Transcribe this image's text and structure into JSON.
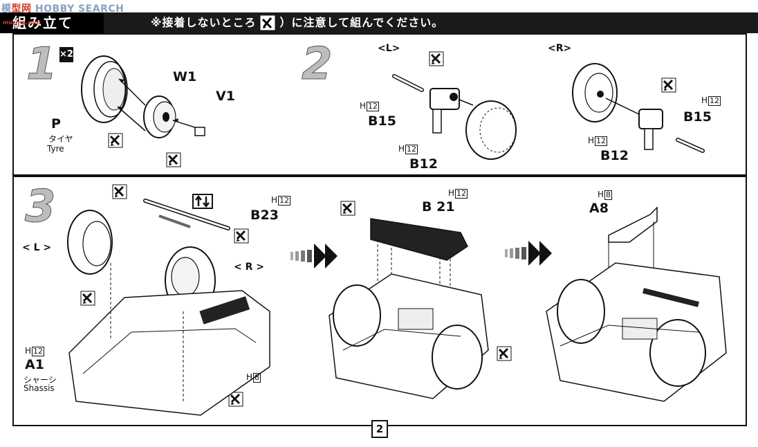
{
  "watermark": {
    "prefix": "模",
    "highlight": "型网",
    "suffix": "HOBBY SEARCH",
    "sub": "moxing.com"
  },
  "header": {
    "title": "組み立て",
    "note": "※接着しないところ（　）に注意して組んでください。"
  },
  "steps": [
    {
      "number": "1",
      "multiplier": "×2",
      "parts": [
        {
          "id": "P",
          "sub_ja": "タイヤ",
          "sub_en": "Tyre"
        },
        {
          "id": "W1"
        },
        {
          "id": "V1"
        }
      ]
    },
    {
      "number": "2",
      "left_label": "<L>",
      "right_label": "<R>",
      "parts_left": [
        {
          "id": "B15",
          "runner": "H",
          "runner_no": "12"
        },
        {
          "id": "B12",
          "runner": "H",
          "runner_no": "12"
        }
      ],
      "parts_right": [
        {
          "id": "B15",
          "runner": "H",
          "runner_no": "12"
        },
        {
          "id": "B12",
          "runner": "H",
          "runner_no": "12"
        }
      ]
    },
    {
      "number": "3",
      "left_label": "< L >",
      "right_label": "< R >",
      "parts": [
        {
          "id": "B23",
          "runner": "H",
          "runner_no": "12"
        },
        {
          "id": "A1",
          "runner": "H",
          "runner_no": "12",
          "sub_ja": "シャーシ",
          "sub_en": "Shassis"
        },
        {
          "id": "H",
          "runner_no": "8"
        },
        {
          "id": "B 21",
          "runner": "H",
          "runner_no": "12"
        },
        {
          "id": "A8",
          "runner": "H",
          "runner_no": "8"
        }
      ]
    }
  ],
  "page_number": "2"
}
